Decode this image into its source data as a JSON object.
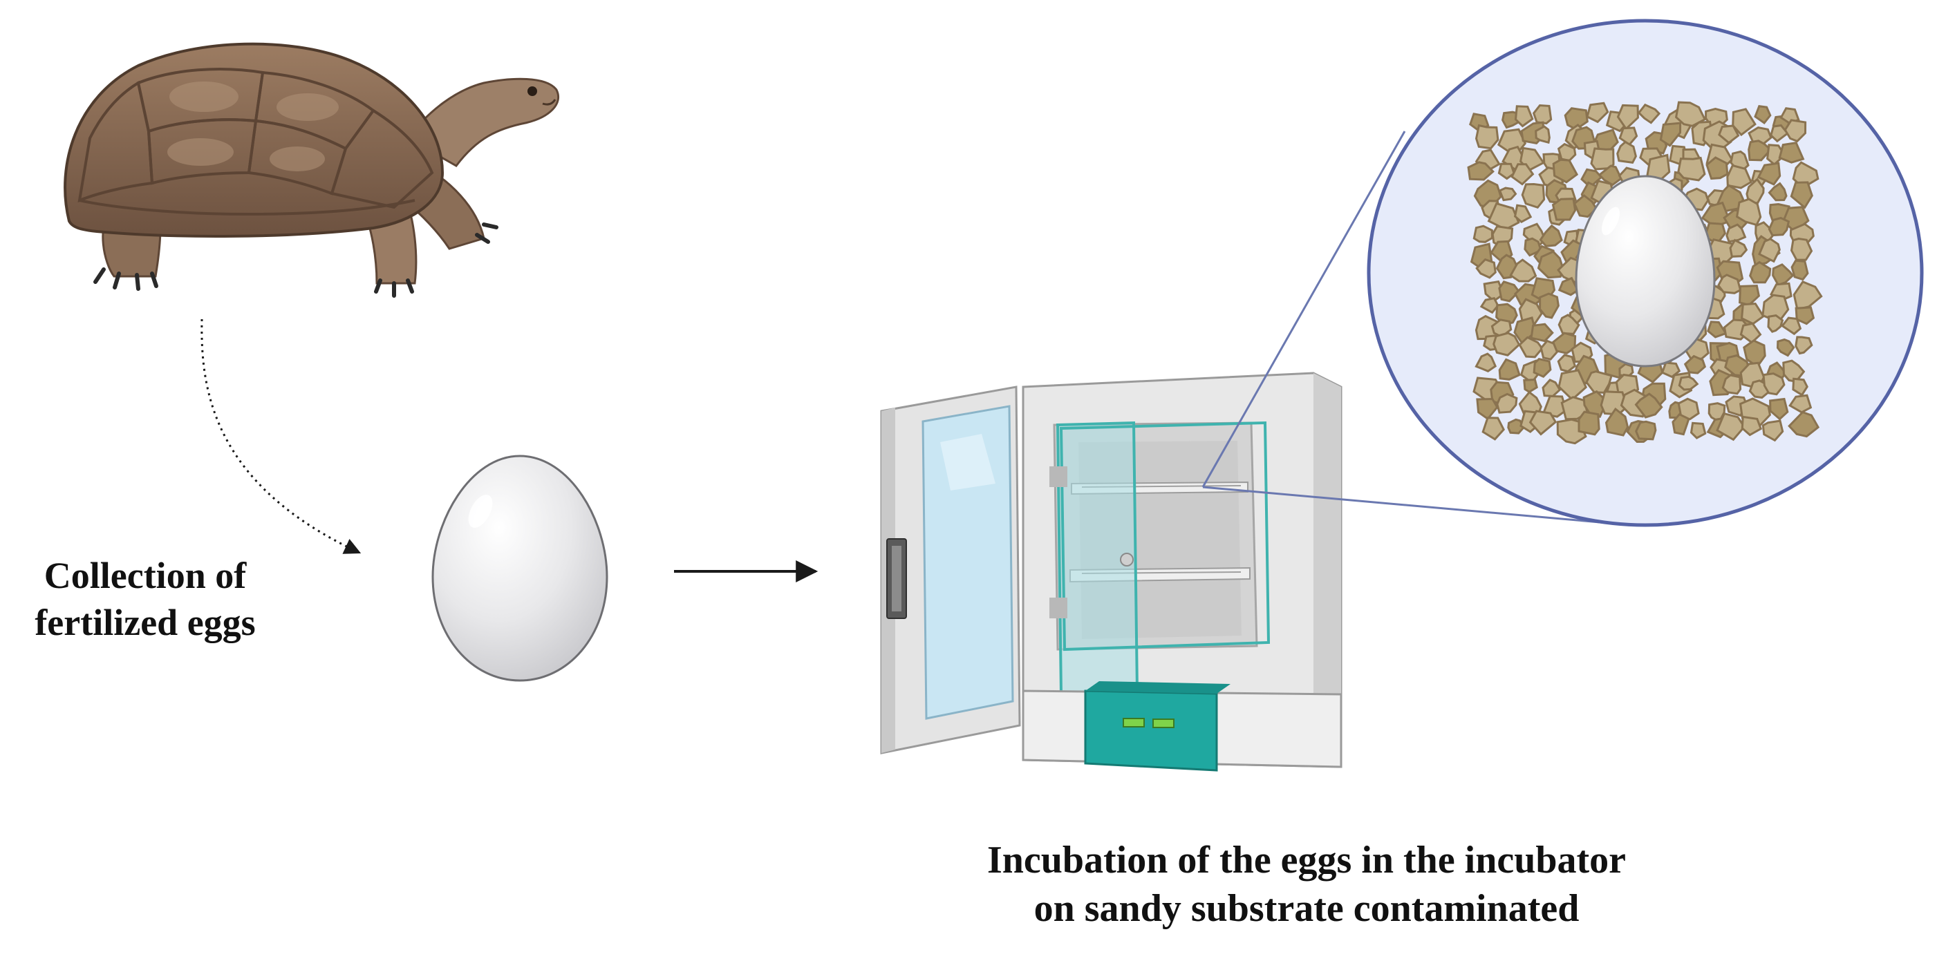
{
  "labels": {
    "collection_line1": "Collection of",
    "collection_line2": "fertilized eggs",
    "incubation_line1": "Incubation of the eggs in the incubator",
    "incubation_line2": "on sandy substrate contaminated"
  },
  "icons": [
    "tortoise-icon",
    "egg-icon",
    "incubator-icon",
    "magnified-substrate-icon",
    "arrow-icon"
  ],
  "colors": {
    "shell": "#8a6a52",
    "skin": "#9a7a62",
    "egg": "#e8e8ea",
    "incubator_body": "#e6e6e6",
    "glass": "#bfe0f0",
    "panel": "#1fa8a0",
    "magnifier_fill": "#e6ebfa",
    "magnifier_stroke": "#5563a6",
    "pebble": "#c2b08a",
    "pebble_dark": "#8a7350"
  }
}
